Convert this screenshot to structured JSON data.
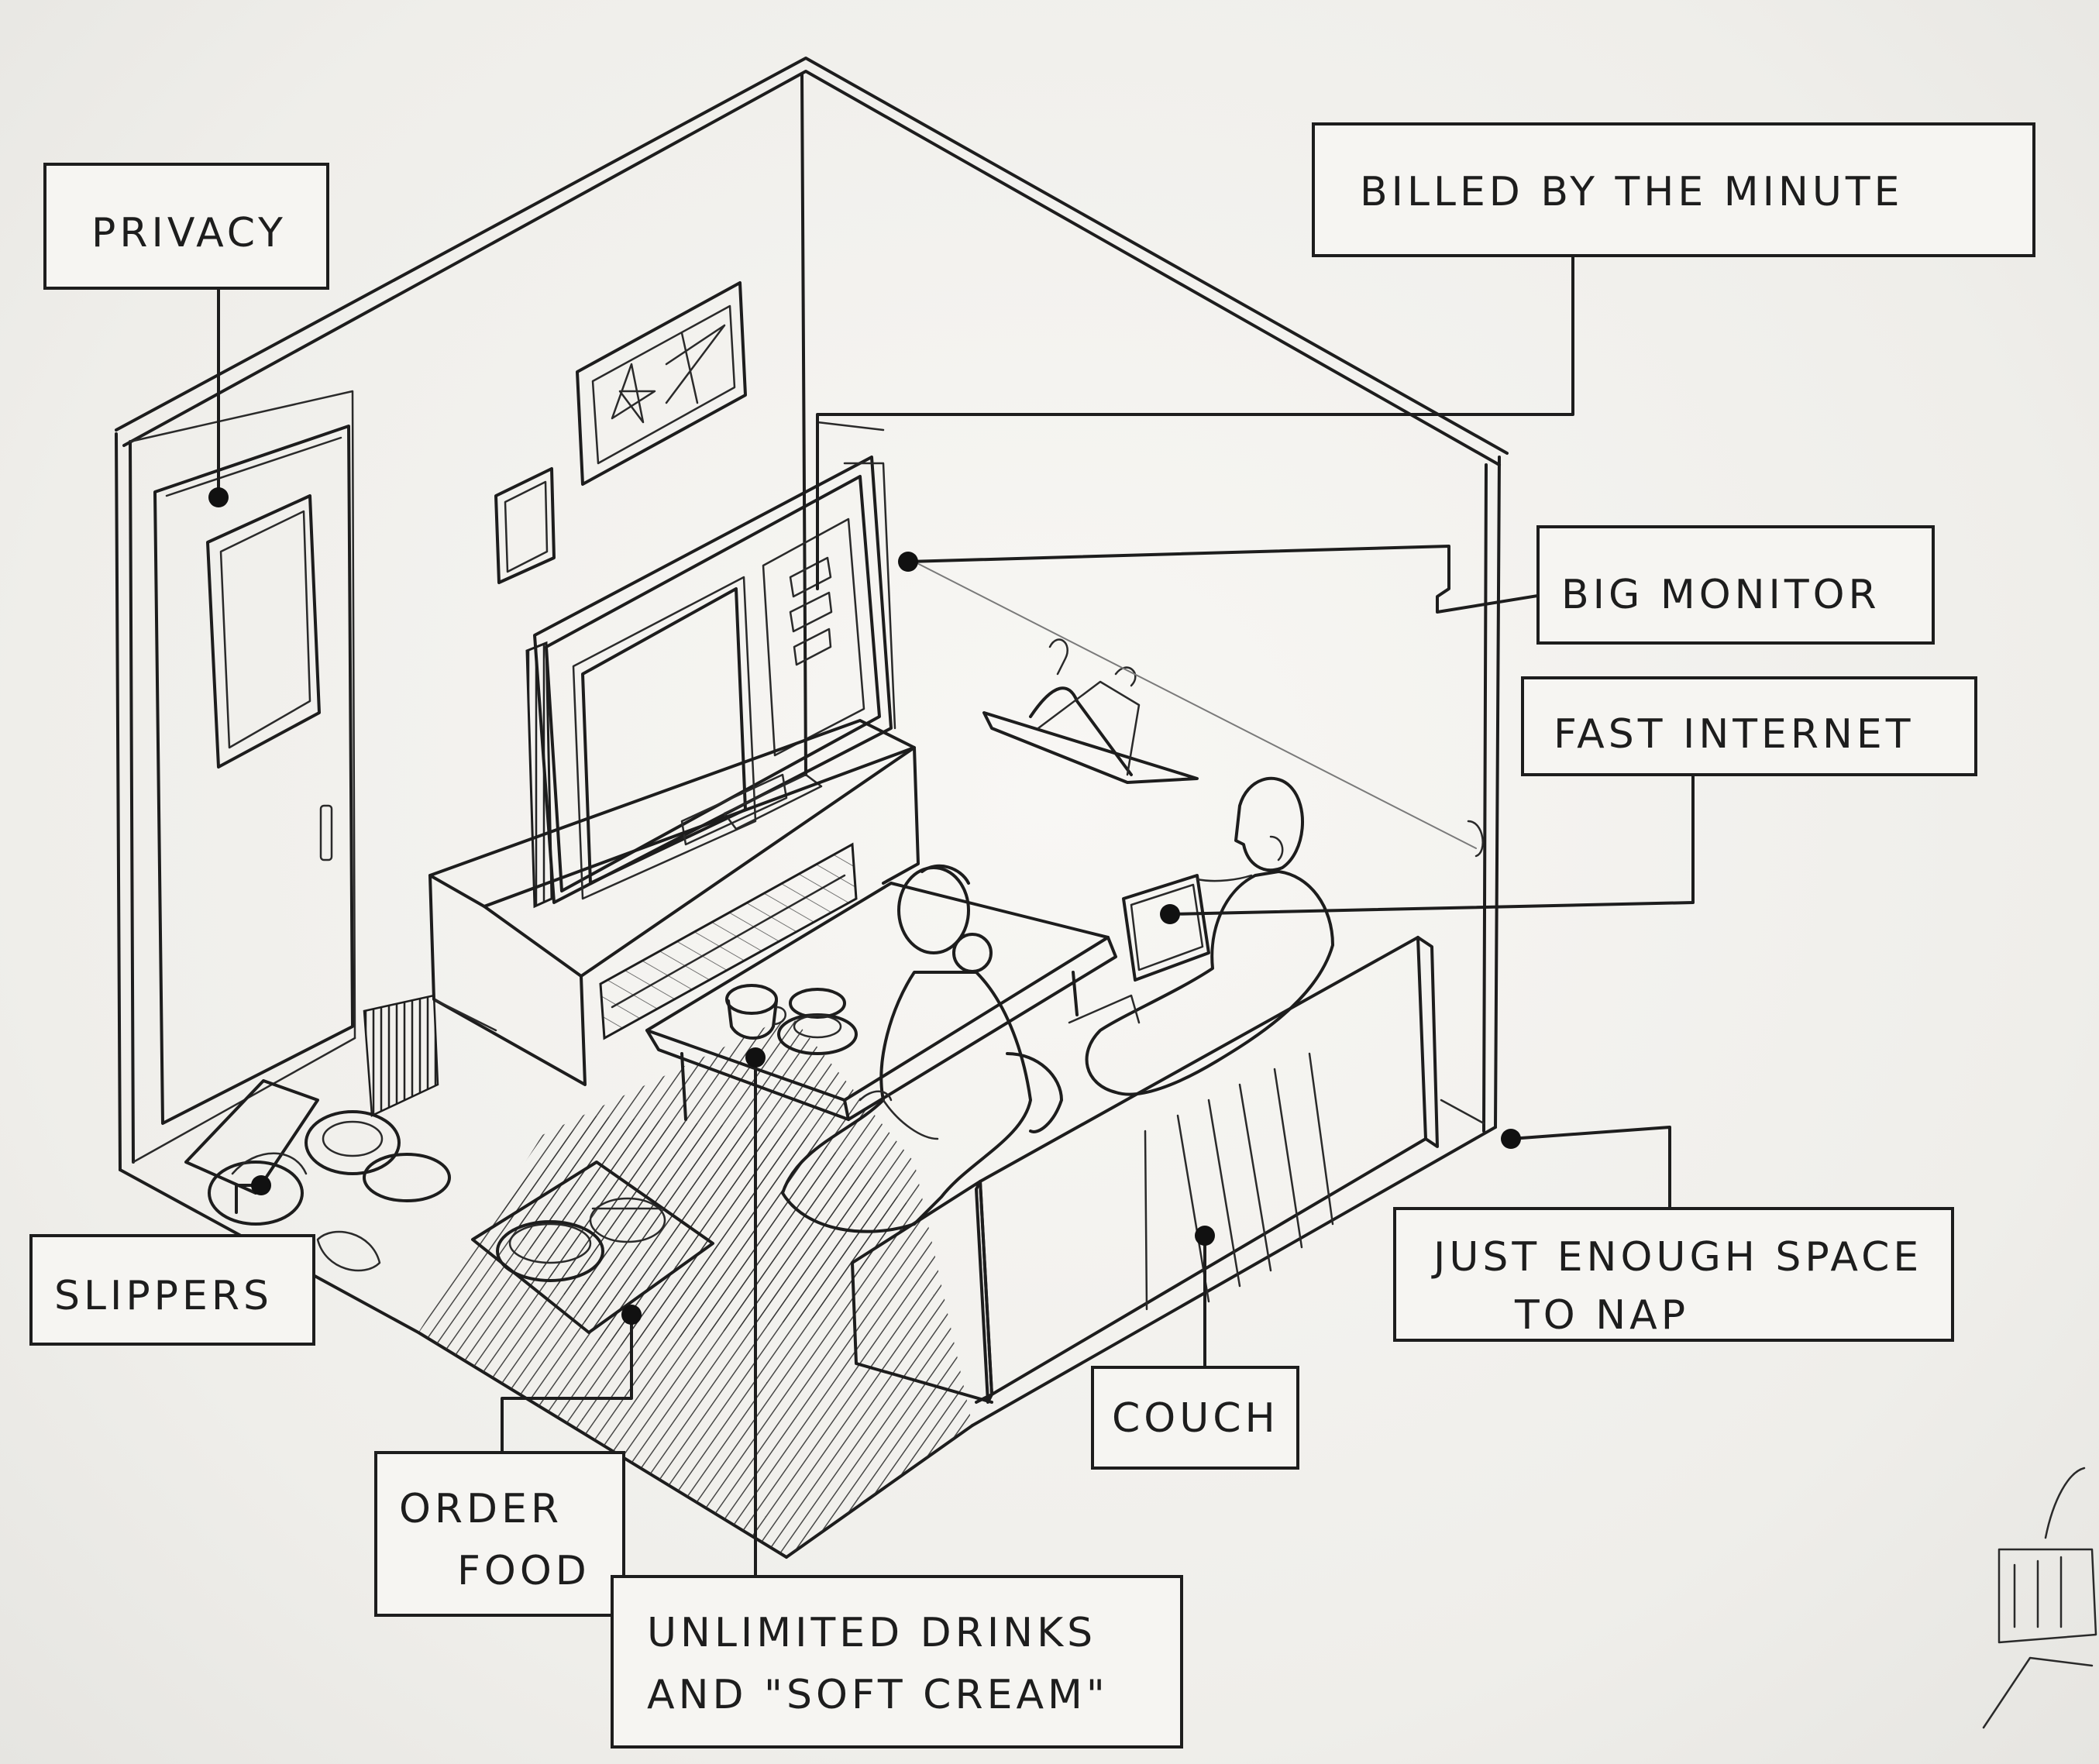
{
  "annotations": {
    "privacy": "PRIVACY",
    "billed": "BILLED BY THE MINUTE",
    "big_monitor": "BIG MONITOR",
    "fast_internet": "FAST INTERNET",
    "slippers": "SLIPPERS",
    "just_enough_line1": "JUST ENOUGH SPACE",
    "just_enough_line2": "TO NAP",
    "couch": "COUCH",
    "order_food_line1": "ORDER",
    "order_food_line2": "FOOD",
    "drinks_line1": "UNLIMITED DRINKS",
    "drinks_line2": "AND \"SOFT CREAM\""
  },
  "colors": {
    "ink": "#1d1d1d",
    "paper": "#f4f3f0"
  }
}
